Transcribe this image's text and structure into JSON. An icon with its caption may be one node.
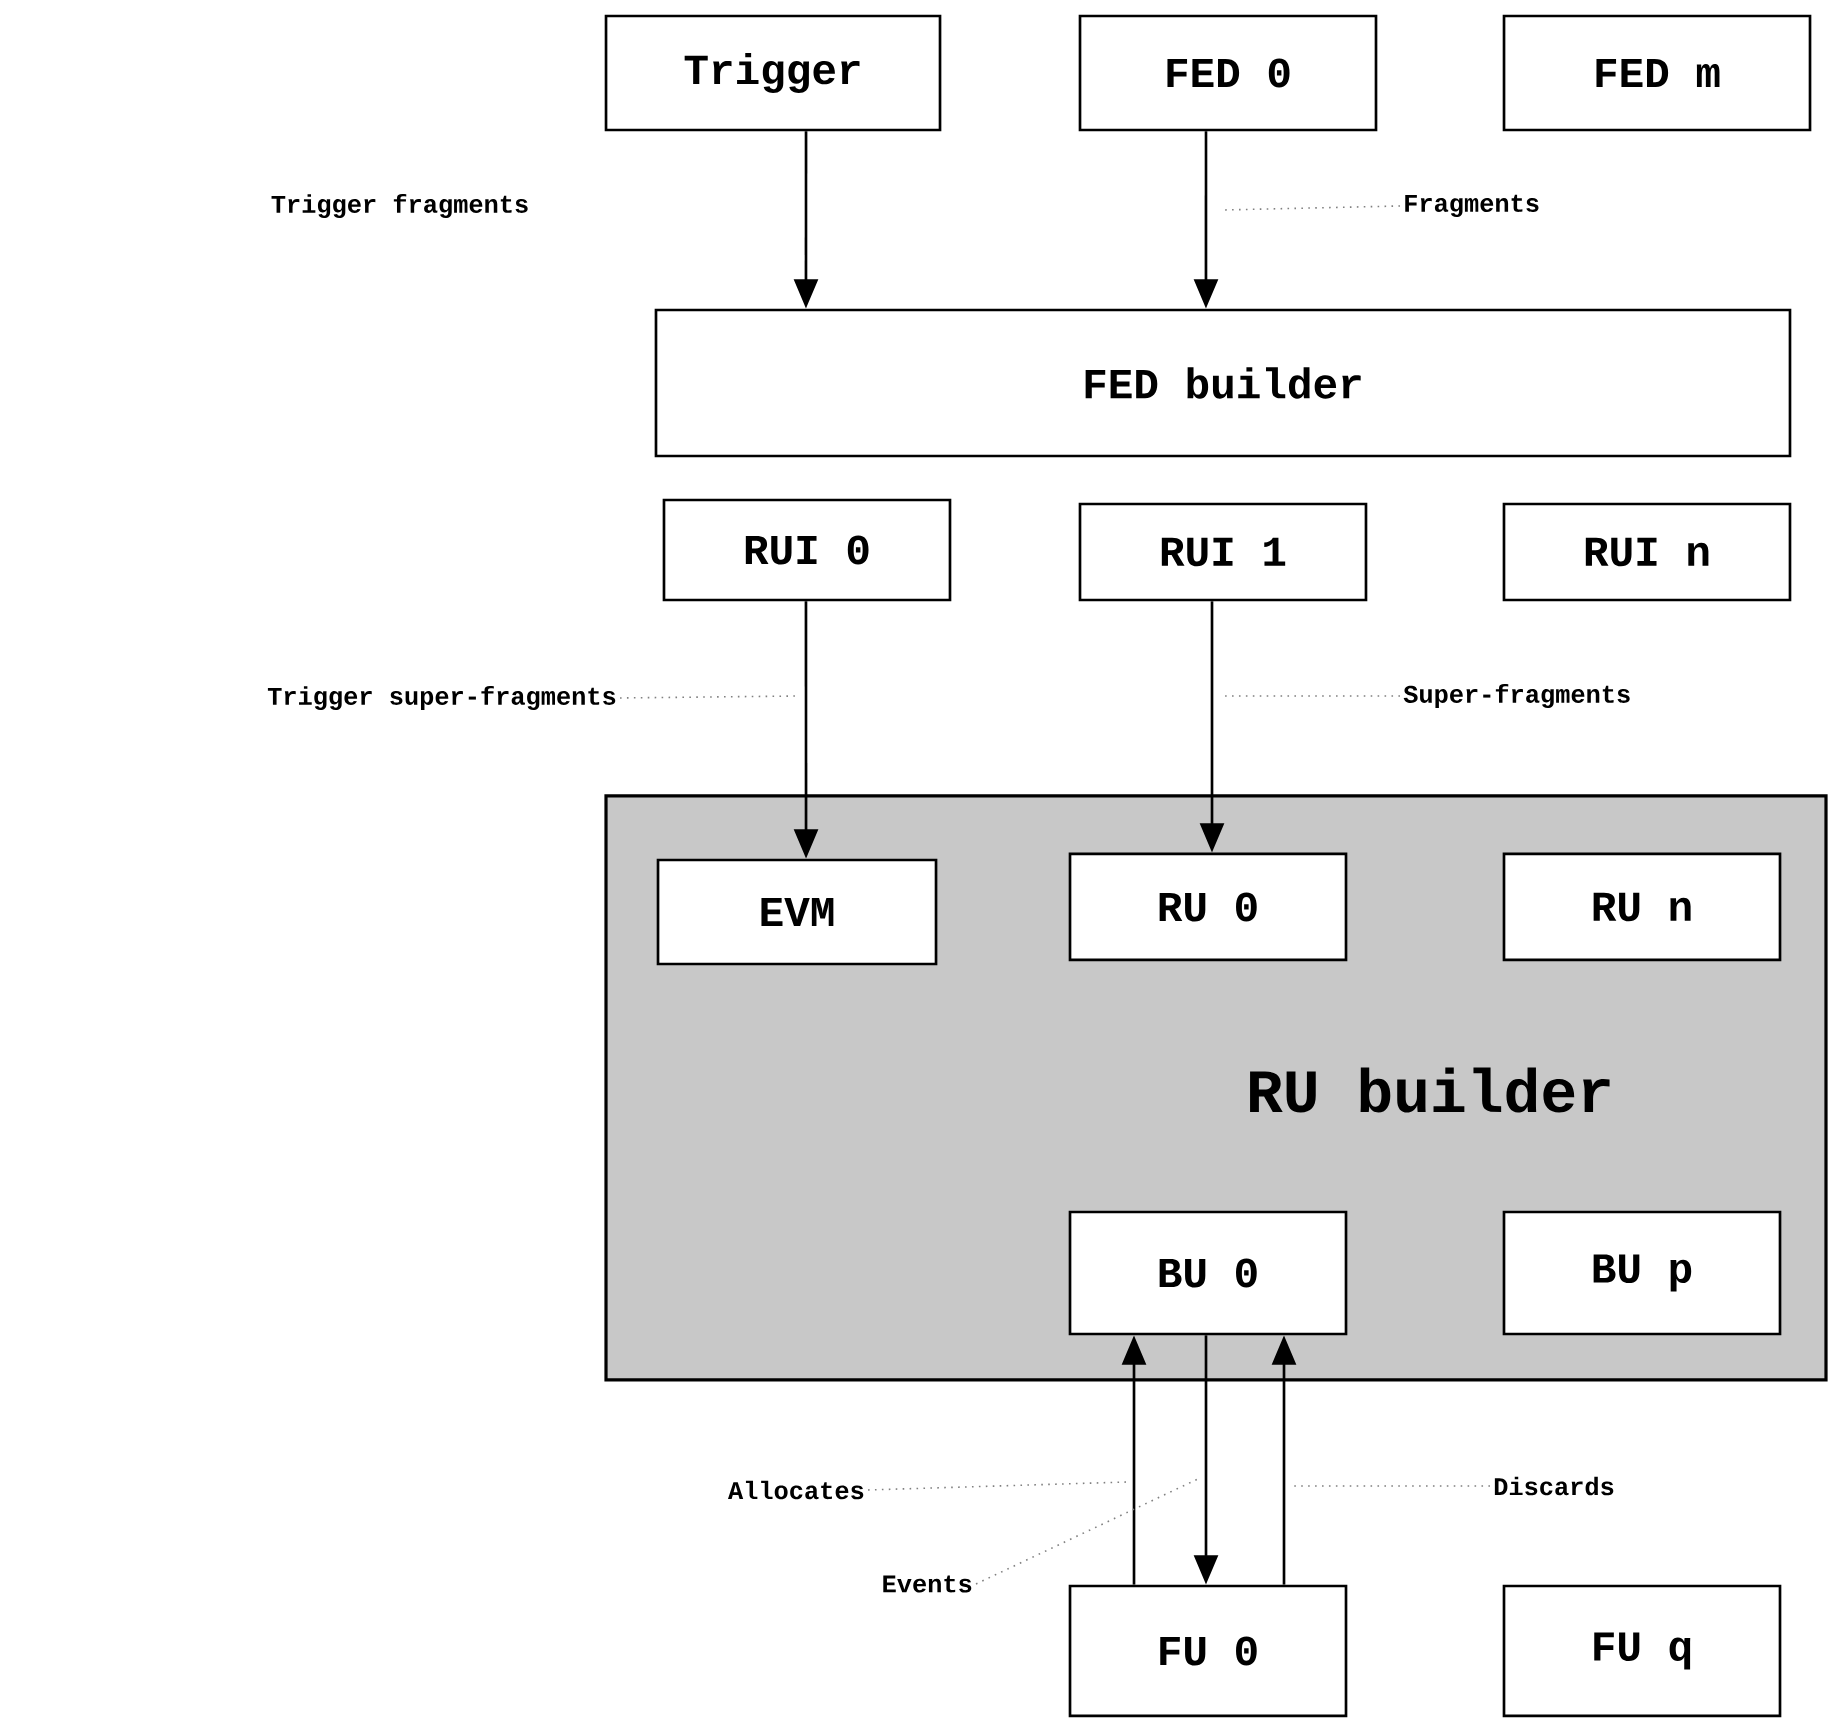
{
  "diagram": {
    "nodes": [
      {
        "text": [
          "Trigger"
        ]
      },
      {
        "text": [
          "FED 0"
        ]
      },
      {
        "text": [
          "FED m"
        ]
      },
      {
        "text": [
          "FED builder"
        ]
      },
      {
        "text": [
          "RUI 0"
        ]
      },
      {
        "text": [
          "RUI 1"
        ]
      },
      {
        "text": [
          "RUI n"
        ]
      },
      {
        "text": [
          "RU builder"
        ]
      },
      {
        "text": [
          "EVM"
        ],
        "in": 7
      },
      {
        "text": [
          "RU 0"
        ],
        "in": 7
      },
      {
        "text": [
          "RU n"
        ],
        "in": 7
      },
      {
        "text": [
          "BU 0"
        ],
        "in": 7
      },
      {
        "text": [
          "BU p"
        ],
        "in": 7
      },
      {
        "text": [
          "FU 0"
        ]
      },
      {
        "text": [
          "FU q"
        ]
      },
      {
        "text": [
          "Fragments"
        ]
      },
      {
        "text": [
          "Trigger super-fragments"
        ]
      },
      {
        "text": [
          "Super-fragments"
        ]
      },
      {
        "text": [
          "Allocates"
        ]
      },
      {
        "text": [
          "Events"
        ]
      },
      {
        "text": [
          "Discards"
        ]
      }
    ],
    "edges": [
      {
        "from": 0,
        "to": 3,
        "arrow": "to"
      },
      {
        "from": 1,
        "to": 3,
        "arrow": "to"
      },
      {
        "from": 4,
        "to": 8,
        "arrow": "to"
      },
      {
        "from": 5,
        "to": 9,
        "arrow": "to"
      },
      {
        "from": 13,
        "to": 11,
        "arrow": "to"
      },
      {
        "from": 11,
        "to": 13,
        "arrow": "to"
      },
      {
        "from": 13,
        "to": 11,
        "arrow": "to"
      },
      {
        "from": 15,
        "to": null,
        "arrow": "none",
        "style": "dashed",
        "color": "#808080"
      },
      {
        "from": 16,
        "to": null,
        "arrow": "none",
        "style": "dashed",
        "color": "#808080"
      },
      {
        "from": 17,
        "to": null,
        "arrow": "none",
        "style": "dashed",
        "color": "#808080"
      },
      {
        "from": 18,
        "to": null,
        "arrow": "none",
        "style": "dashed",
        "color": "#808080"
      },
      {
        "from": 19,
        "to": null,
        "arrow": "none",
        "style": "dashed",
        "color": "#808080"
      },
      {
        "from": 20,
        "to": null,
        "arrow": "none",
        "style": "dashed",
        "color": "#808080"
      }
    ],
    "labels": [
      "Trigger fragments"
    ]
  }
}
